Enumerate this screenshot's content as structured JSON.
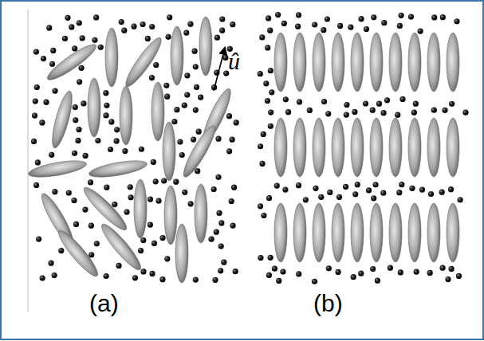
{
  "diagram": {
    "labels": [
      "û",
      "(a)",
      "(b)"
    ]
  }
}
